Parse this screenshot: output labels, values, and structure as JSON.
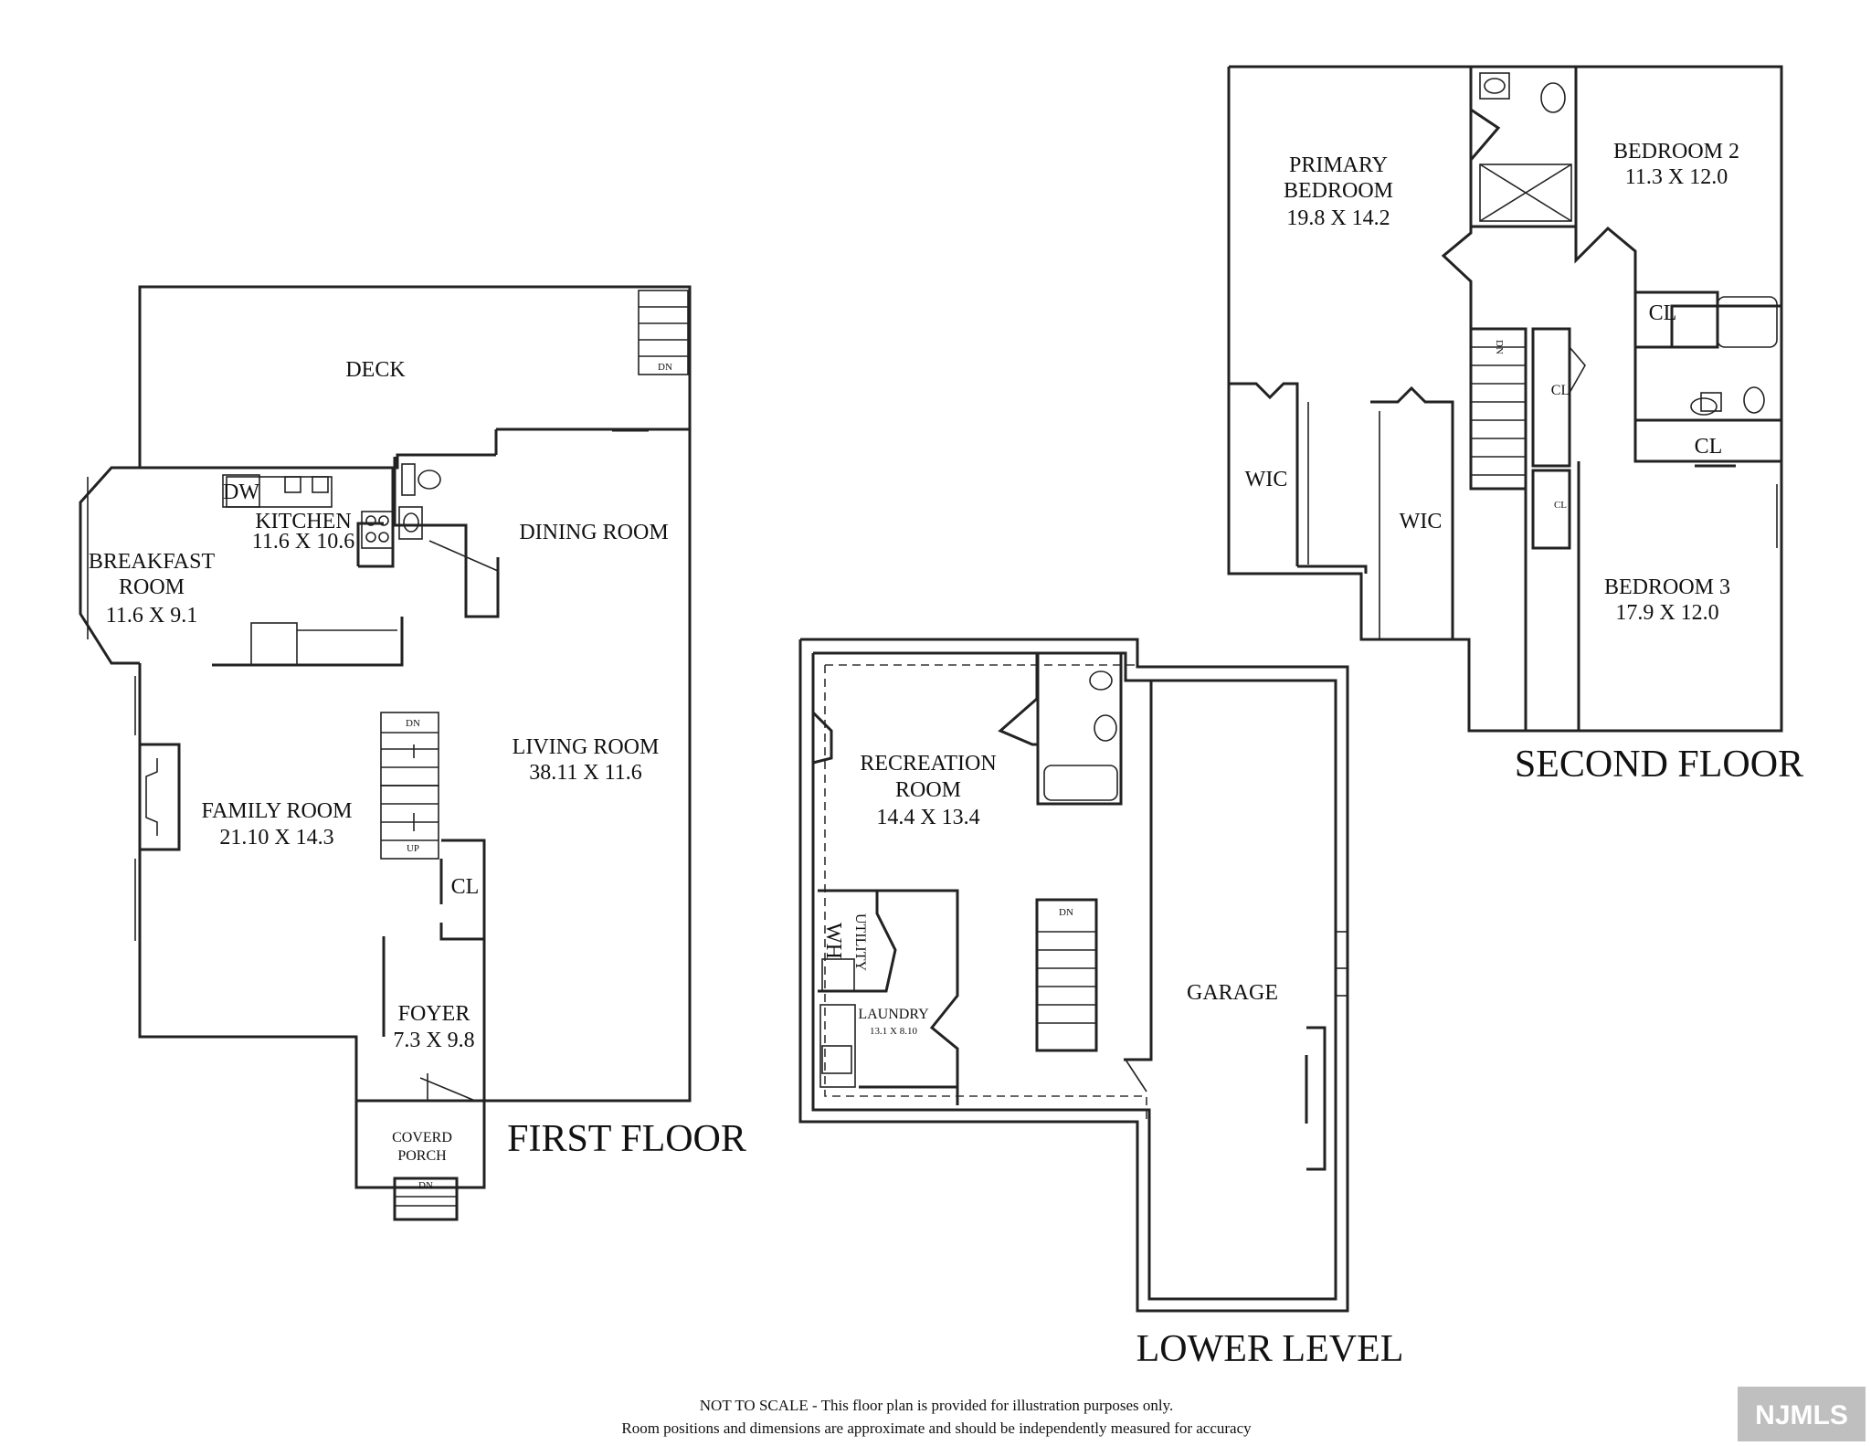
{
  "first_floor": {
    "label": "FIRST FLOOR",
    "deck": "DECK",
    "dn_deck": "DN",
    "breakfast_1": "BREAKFAST",
    "breakfast_2": "ROOM",
    "breakfast_dim": "11.6 X 9.1",
    "dw": "DW",
    "kitchen": "KITCHEN",
    "kitchen_dim": "11.6 X 10.6",
    "dining": "DINING ROOM",
    "living": "LIVING ROOM",
    "living_dim": "38.11 X 11.6",
    "family": "FAMILY ROOM",
    "family_dim": "21.10 X 14.3",
    "stair_dn": "DN",
    "stair_up": "UP",
    "cl": "CL",
    "foyer": "FOYER",
    "foyer_dim": "7.3 X 9.8",
    "porch_1": "COVERD",
    "porch_2": "PORCH",
    "porch_dn": "DN"
  },
  "lower_level": {
    "label": "LOWER LEVEL",
    "recreation_1": "RECREATION",
    "recreation_2": "ROOM",
    "recreation_dim": "14.4 X 13.4",
    "utility": "UTILITY",
    "wh": "WH",
    "laundry": "LAUNDRY",
    "laundry_dim": "13.1 X 8.10",
    "stair_dn": "DN",
    "garage": "GARAGE"
  },
  "second_floor": {
    "label": "SECOND FLOOR",
    "primary_1": "PRIMARY",
    "primary_2": "BEDROOM",
    "primary_dim": "19.8 X 14.2",
    "bed2": "BEDROOM 2",
    "bed2_dim": "11.3 X 12.0",
    "bed3": "BEDROOM 3",
    "bed3_dim": "17.9 X 12.0",
    "wic_left": "WIC",
    "wic_right": "WIC",
    "cl_bath": "CL",
    "cl_hall": "CL",
    "cl_small": "CL",
    "cl_bed3": "CL",
    "stair_dn": "DN"
  },
  "footer": {
    "line1": "NOT TO SCALE - This floor plan is provided for illustration purposes only.",
    "line2": "Room positions and dimensions are approximate and should be independently measured for accuracy",
    "logo": "NJMLS"
  }
}
